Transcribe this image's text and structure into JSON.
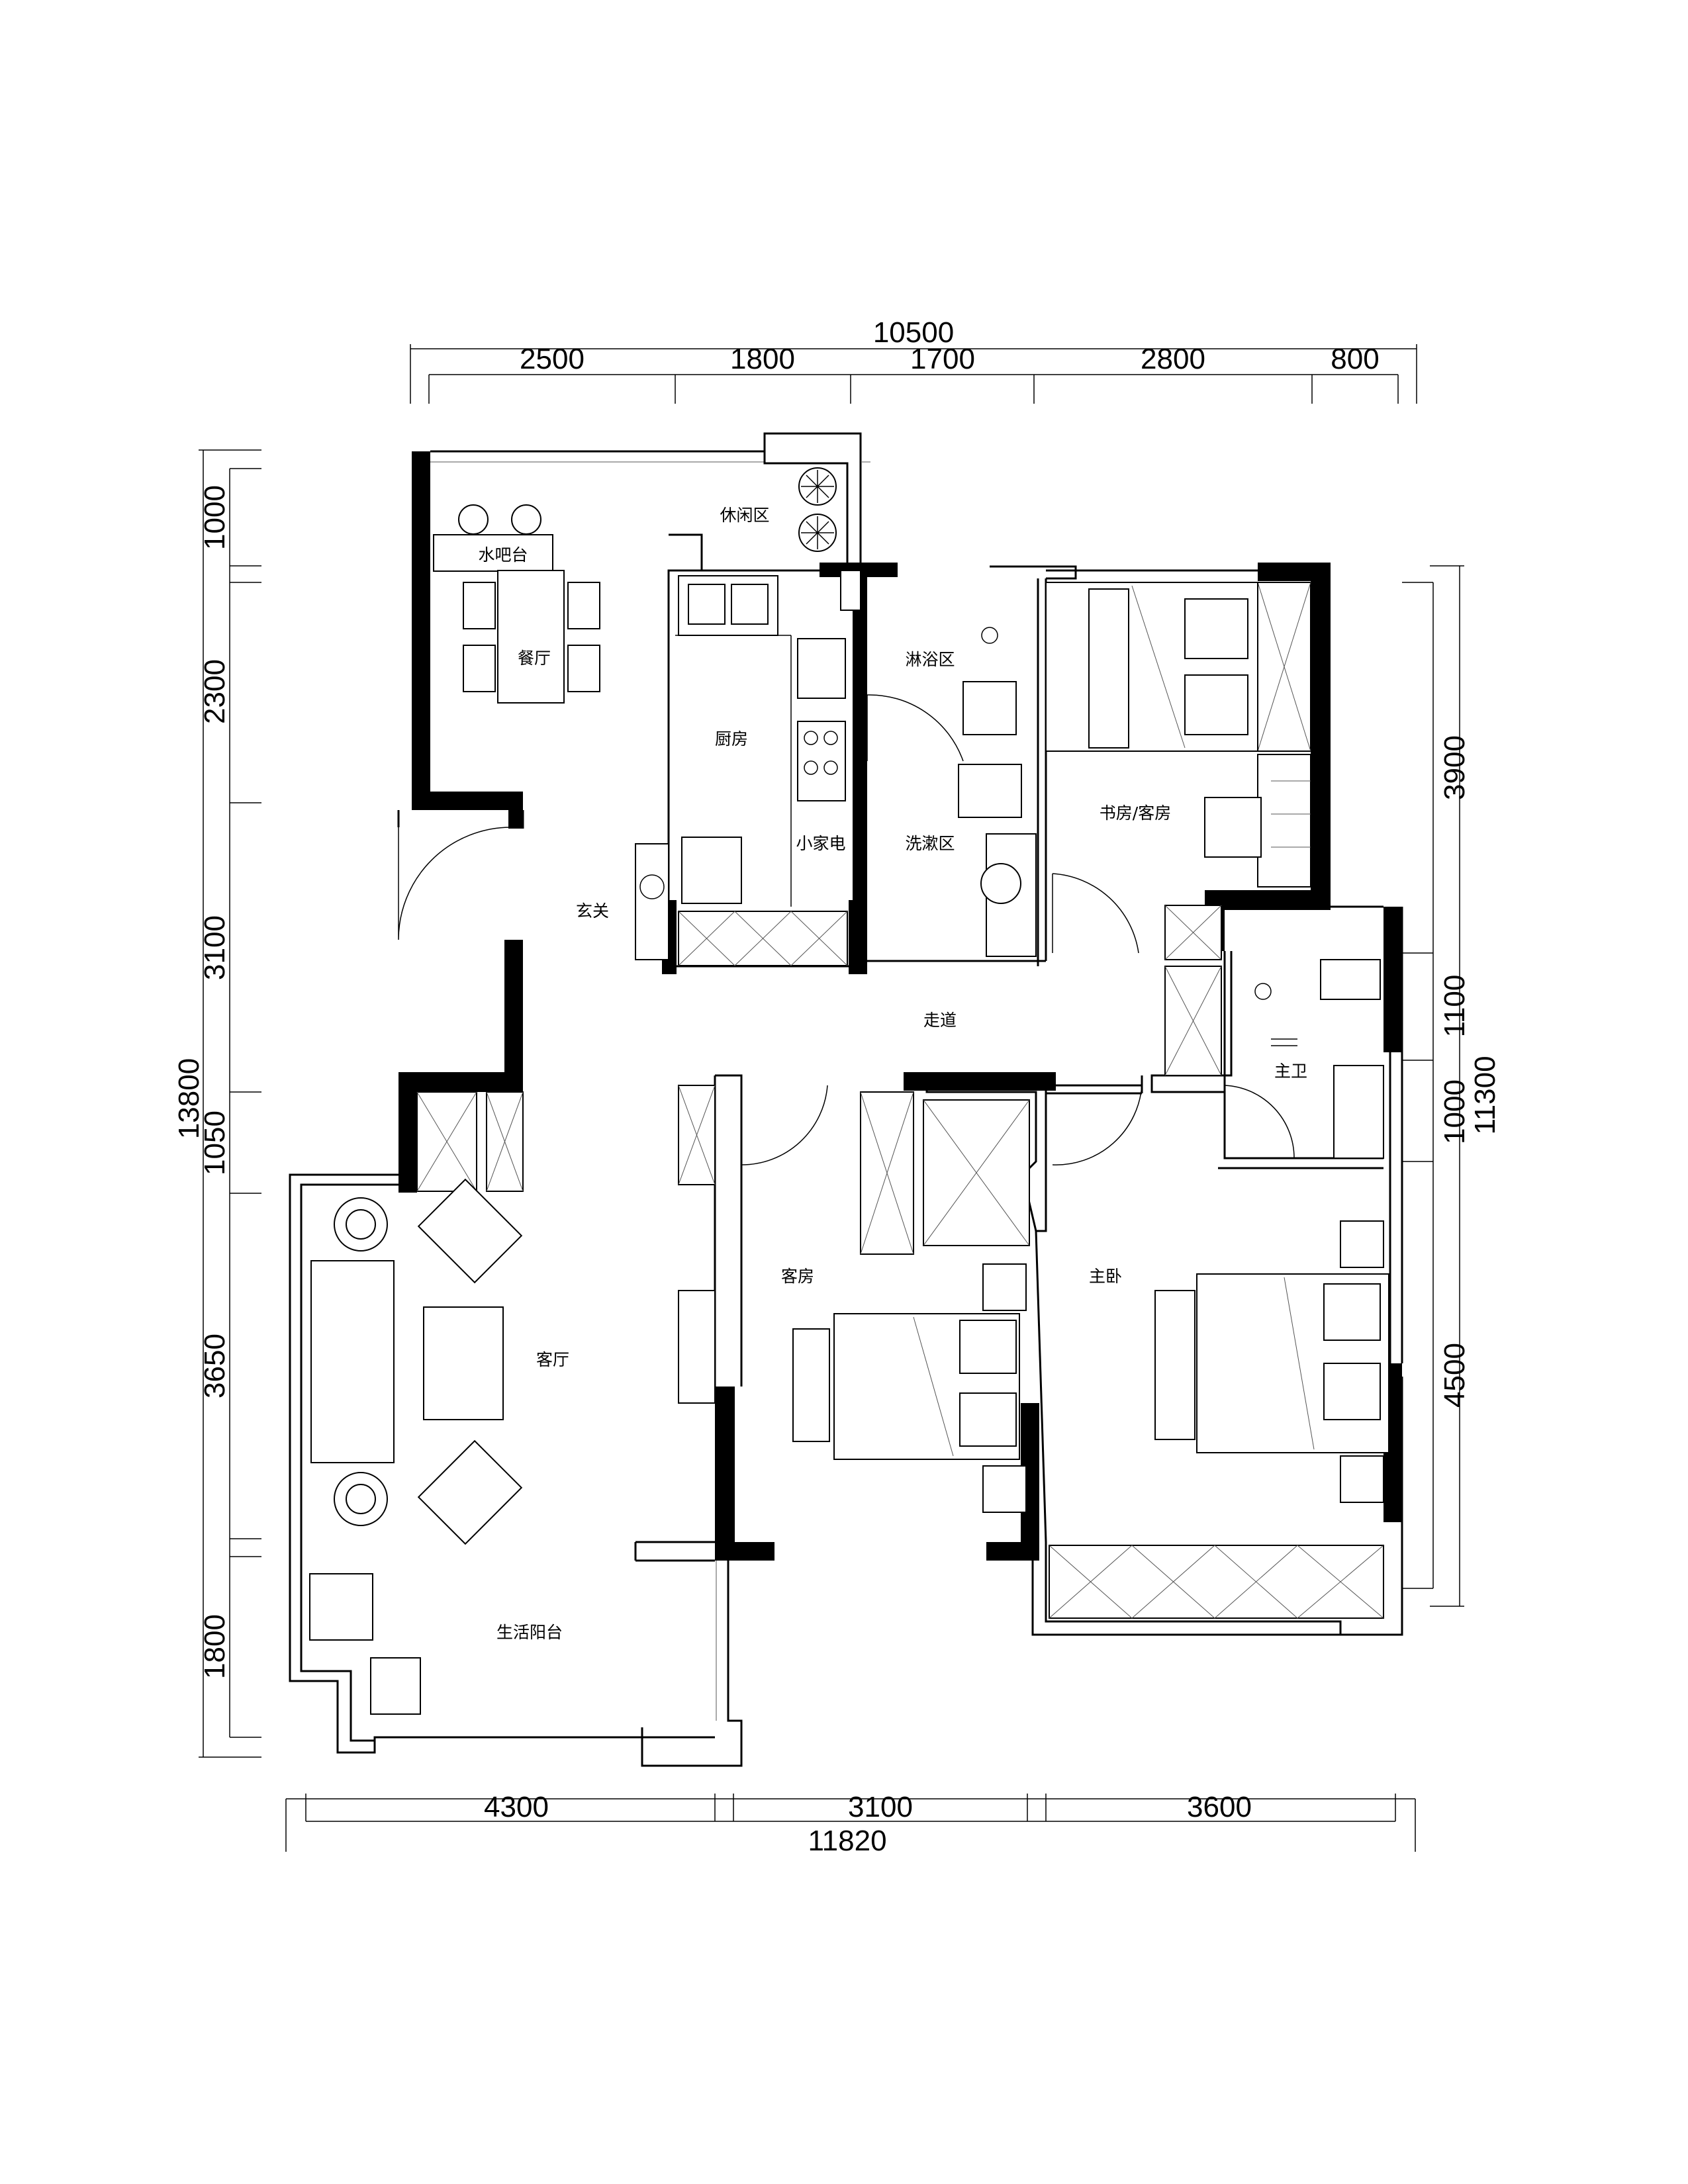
{
  "dimensions": {
    "top_total": "10500",
    "top_segments": [
      "2500",
      "1800",
      "1700",
      "2800",
      "800"
    ],
    "bottom_segments": [
      "4300",
      "3100",
      "3600"
    ],
    "bottom_total": "11820",
    "left_total": "13800",
    "left_segments": [
      "1000",
      "2300",
      "3100",
      "1050",
      "3650",
      "1800"
    ],
    "right_total": "11300",
    "right_segments": [
      "3900",
      "1100",
      "1000",
      "4500"
    ]
  },
  "rooms": {
    "leisure": "休闲区",
    "water_bar": "水吧台",
    "dining": "餐厅",
    "kitchen": "厨房",
    "small_appliance": "小家电",
    "shower": "淋浴区",
    "wash": "洗漱区",
    "study_guest": "书房/客房",
    "entrance": "玄关",
    "corridor": "走道",
    "master_bath": "主卫",
    "guest_room": "客房",
    "master_bedroom": "主卧",
    "living_room": "客厅",
    "utility_balcony": "生活阳台"
  }
}
